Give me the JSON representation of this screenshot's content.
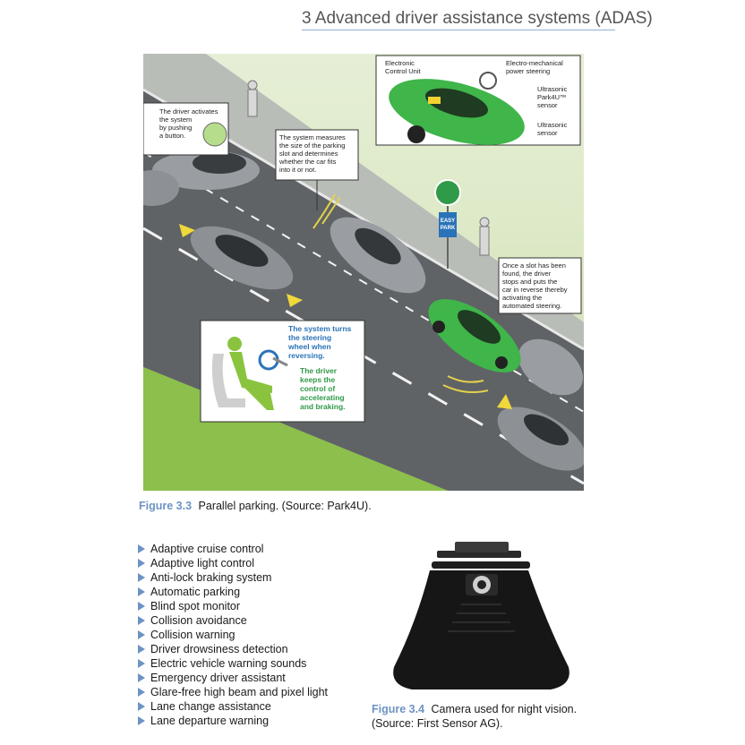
{
  "header": {
    "title": "3  Advanced driver assistance systems (ADAS)"
  },
  "figure_3_3": {
    "callouts": {
      "activate": [
        "The driver activates",
        "the system",
        "by pushing",
        "a button."
      ],
      "measure": [
        "The system measures",
        "the size of the parking",
        "slot and determines",
        "whether the car fits",
        "into it or not."
      ],
      "slot_found": [
        "Once a slot has been",
        "found, the driver",
        "stops and puts the",
        "car in reverse thereby",
        "activating the",
        "automated steering."
      ],
      "inset_labels": {
        "ecu": [
          "Electronic",
          "Control Unit"
        ],
        "steering": [
          "Electro-mechanical",
          "power steering"
        ],
        "park4u": [
          "Ultrasonic",
          "Park4U™",
          "sensor"
        ],
        "ultrasonic": [
          "Ultrasonic",
          "sensor"
        ]
      },
      "steer_blue": [
        "The system turns",
        "the steering",
        "wheel when",
        "reversing."
      ],
      "steer_green": [
        "The driver",
        "keeps the",
        "control of",
        "accelerating",
        "and braking."
      ]
    },
    "sign_text": [
      "EASY",
      "PARK"
    ],
    "caption_label": "Figure 3.3",
    "caption_text": "Parallel parking. (Source: Park4U)."
  },
  "features": [
    "Adaptive cruise control",
    "Adaptive light control",
    "Anti-lock braking system",
    "Automatic parking",
    "Blind spot monitor",
    "Collision avoidance",
    "Collision warning",
    "Driver drowsiness detection",
    "Electric vehicle warning sounds",
    "Emergency driver assistant",
    "Glare-free high beam and pixel light",
    "Lane change assistance",
    "Lane departure warning"
  ],
  "figure_3_4": {
    "caption_label": "Figure 3.4",
    "caption_line1": "Camera used for night vision.",
    "caption_line2": "(Source: First Sensor AG)."
  },
  "colors": {
    "accent": "#6d93c4",
    "car_green": "#3fb54a",
    "road": "#5f6366"
  }
}
